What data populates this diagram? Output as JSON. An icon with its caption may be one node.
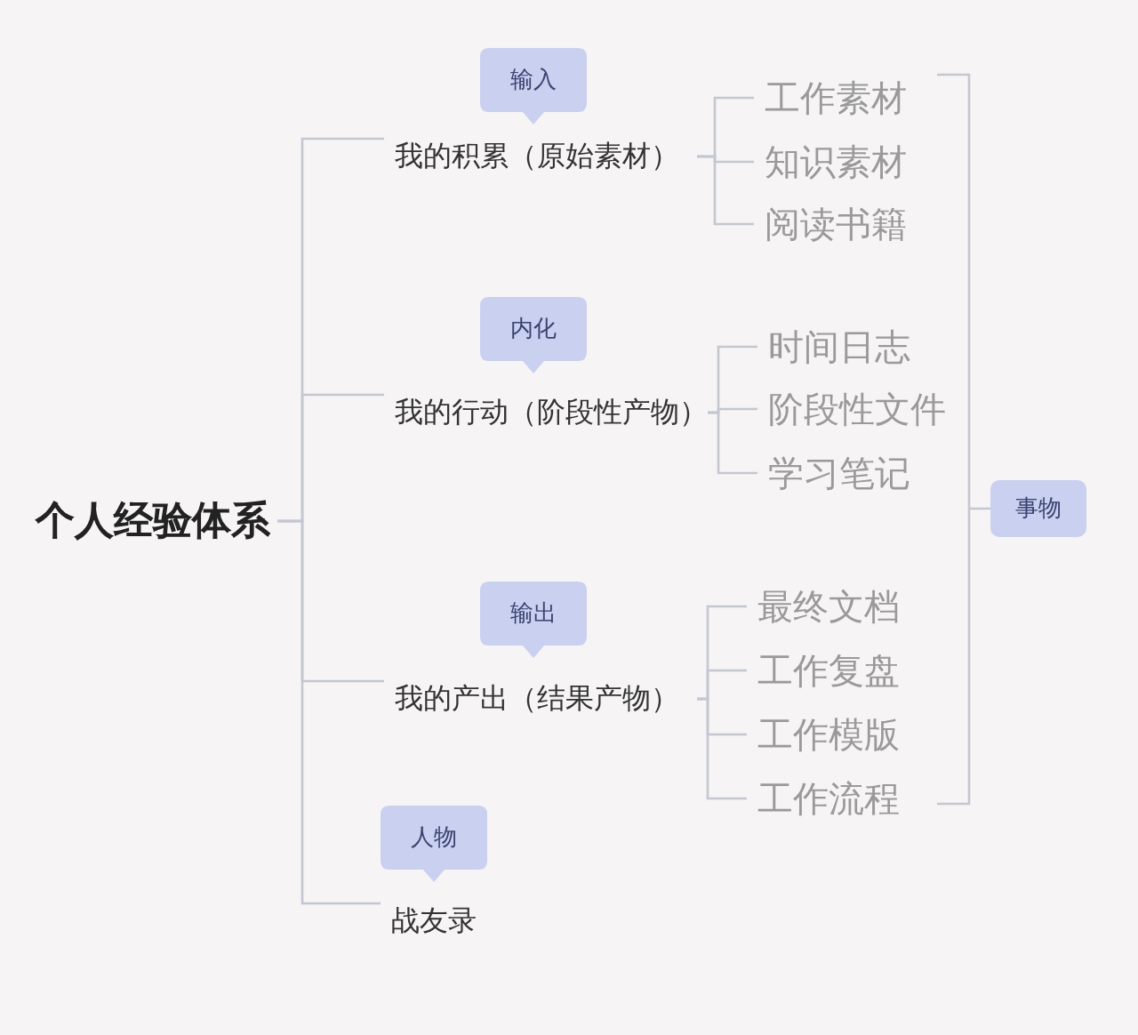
{
  "diagram": {
    "nodes": [
      {
        "text": [
          "个人经验体系"
        ]
      },
      {
        "text": [
          "输入"
        ]
      },
      {
        "text": [
          "我的积累（原始素材）"
        ]
      },
      {
        "text": [
          "工作素材"
        ]
      },
      {
        "text": [
          "知识素材"
        ]
      },
      {
        "text": [
          "阅读书籍"
        ]
      },
      {
        "text": [
          "内化"
        ]
      },
      {
        "text": [
          "我的行动（阶段性产物）"
        ]
      },
      {
        "text": [
          "时间日志"
        ]
      },
      {
        "text": [
          "阶段性文件"
        ]
      },
      {
        "text": [
          "学习笔记"
        ]
      },
      {
        "text": [
          "事物"
        ]
      },
      {
        "text": [
          "输出"
        ]
      },
      {
        "text": [
          "我的产出（结果产物）"
        ]
      },
      {
        "text": [
          "最终文档"
        ]
      },
      {
        "text": [
          "工作复盘"
        ]
      },
      {
        "text": [
          "工作模版"
        ]
      },
      {
        "text": [
          "工作流程"
        ]
      },
      {
        "text": [
          "人物"
        ]
      },
      {
        "text": [
          "战友录"
        ]
      }
    ],
    "edges": [
      {
        "from": 0,
        "to": 2,
        "arrow": "none"
      },
      {
        "from": 0,
        "to": 7,
        "arrow": "none"
      },
      {
        "from": 0,
        "to": 13,
        "arrow": "none"
      },
      {
        "from": 0,
        "to": 19,
        "arrow": "none"
      },
      {
        "from": 2,
        "to": 3,
        "arrow": "none"
      },
      {
        "from": 2,
        "to": 4,
        "arrow": "none"
      },
      {
        "from": 2,
        "to": 5,
        "arrow": "none"
      },
      {
        "from": 7,
        "to": 8,
        "arrow": "none"
      },
      {
        "from": 7,
        "to": 9,
        "arrow": "none"
      },
      {
        "from": 7,
        "to": 10,
        "arrow": "none"
      },
      {
        "from": 13,
        "to": 14,
        "arrow": "none"
      },
      {
        "from": 13,
        "to": 15,
        "arrow": "none"
      },
      {
        "from": 13,
        "to": 16,
        "arrow": "none"
      },
      {
        "from": 13,
        "to": 17,
        "arrow": "none"
      }
    ]
  }
}
